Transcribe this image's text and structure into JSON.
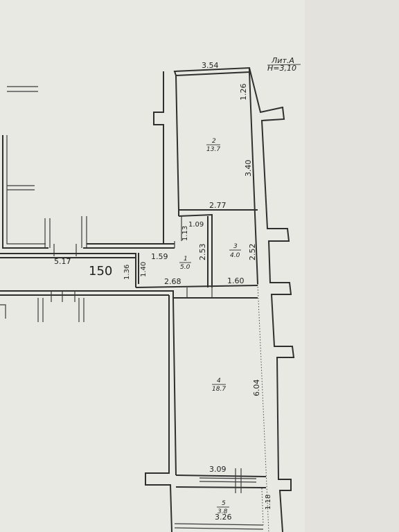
{
  "stamp": {
    "line1": "Лит.А",
    "line2": "H=3,10"
  },
  "dimensions": {
    "top_width": "3.54",
    "r2_vertical_top": "1.26",
    "r2_vertical": "3.40",
    "r2_bottom": "2.77",
    "r1_top_small": "1.09",
    "r1_side_small": "1.13",
    "r1_left": "1.59",
    "r1_height": "2.53",
    "r1_bottom": "2.68",
    "corridor_height_a": "1.40",
    "corridor_height_b": "1.36",
    "corridor_length": "5.17",
    "r3_height": "2.52",
    "r3_width": "1.60",
    "r4_height": "6.04",
    "r5_top": "3.09",
    "r5_bottom": "3.26",
    "r5_height": "1.18"
  },
  "rooms": {
    "r1": {
      "number": "1",
      "area": "5.0"
    },
    "r2": {
      "number": "2",
      "area": "13.7"
    },
    "r3": {
      "number": "3",
      "area": "4.0"
    },
    "r4": {
      "number": "4",
      "area": "18.7"
    },
    "r5": {
      "number": "5",
      "area": "3.8"
    }
  },
  "corridor_label": "150"
}
